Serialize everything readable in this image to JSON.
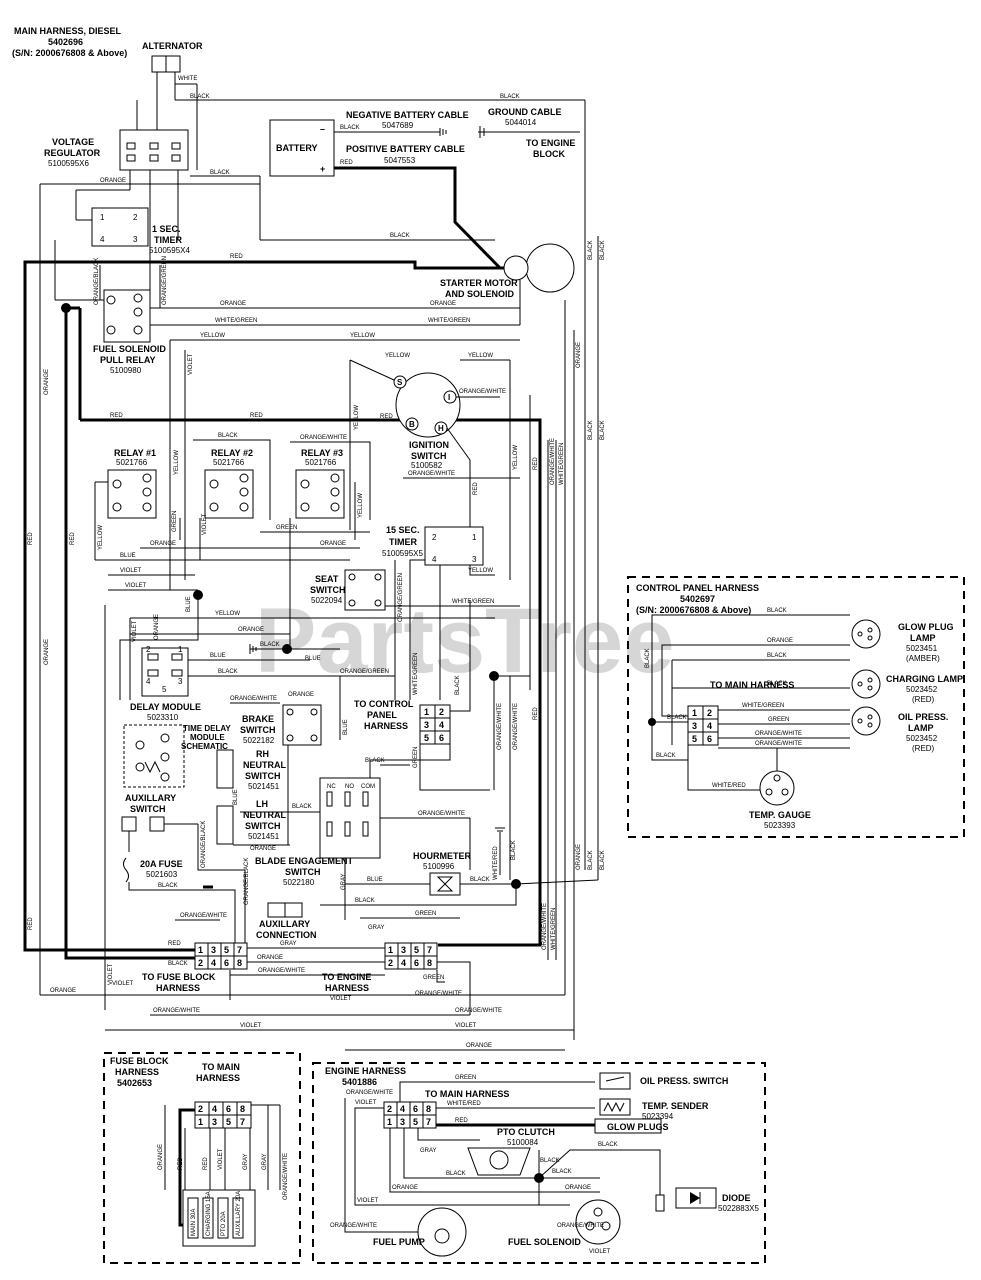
{
  "header": {
    "title": "MAIN HARNESS, DIESEL",
    "part": "5402696",
    "serial": "(S/N: 2000676808 & Above)"
  },
  "watermark": "PartsTree",
  "components": {
    "alternator": "ALTERNATOR",
    "voltage_regulator": {
      "name": "VOLTAGE REGULATOR",
      "line1": "VOLTAGE",
      "line2": "REGULATOR",
      "part": "5100595X6"
    },
    "battery": "BATTERY",
    "neg_cable": {
      "name": "NEGATIVE BATTERY CABLE",
      "part": "5047689"
    },
    "pos_cable": {
      "name": "POSITIVE BATTERY CABLE",
      "part": "5047553"
    },
    "ground_cable": {
      "name": "GROUND CABLE",
      "part": "5044014"
    },
    "to_engine_block": {
      "line1": "TO ENGINE",
      "line2": "BLOCK"
    },
    "timer_1": {
      "line1": "1 SEC.",
      "line2": "TIMER",
      "part": "5100595X4"
    },
    "starter": {
      "line1": "STARTER MOTOR",
      "line2": "AND SOLENOID"
    },
    "fuel_relay": {
      "line1": "FUEL SOLENOID",
      "line2": "PULL RELAY",
      "part": "5100980"
    },
    "ignition": {
      "line1": "IGNITION",
      "line2": "SWITCH",
      "part": "5100582"
    },
    "relay1": {
      "name": "RELAY #1",
      "part": "5021766"
    },
    "relay2": {
      "name": "RELAY #2",
      "part": "5021766"
    },
    "relay3": {
      "name": "RELAY #3",
      "part": "5021766"
    },
    "timer_15": {
      "line1": "15 SEC.",
      "line2": "TIMER",
      "part": "5100595X5"
    },
    "seat": {
      "line1": "SEAT",
      "line2": "SWITCH",
      "part": "5022094"
    },
    "delay": {
      "name": "DELAY MODULE",
      "part": "5023310"
    },
    "tdm": {
      "line1": "TIME DELAY",
      "line2": "MODULE",
      "line3": "SCHEMATIC"
    },
    "to_cp": {
      "line1": "TO CONTROL",
      "line2": "PANEL",
      "line3": "HARNESS"
    },
    "brake": {
      "line1": "BRAKE",
      "line2": "SWITCH",
      "part": "5022182"
    },
    "rh": {
      "line1": "RH",
      "line2": "NEUTRAL",
      "line3": "SWITCH",
      "part": "5021451"
    },
    "lh": {
      "line1": "LH",
      "line2": "NEUTRAL",
      "line3": "SWITCH",
      "part": "5021451"
    },
    "aux_switch": {
      "line1": "AUXILLARY",
      "line2": "SWITCH"
    },
    "fuse20": {
      "name": "20A FUSE",
      "part": "5021603"
    },
    "blade": {
      "line1": "BLADE ENGAGEMENT",
      "line2": "SWITCH",
      "part": "5022180"
    },
    "hourmeter": {
      "name": "HOURMETER",
      "part": "5100996"
    },
    "aux_conn": {
      "line1": "AUXILLARY",
      "line2": "CONNECTION"
    },
    "to_fuse_block": {
      "line1": "TO FUSE BLOCK",
      "line2": "HARNESS"
    },
    "to_engine_harness": {
      "line1": "TO ENGINE",
      "line2": "HARNESS"
    }
  },
  "control_panel": {
    "title": "CONTROL PANEL HARNESS",
    "part": "5402697",
    "serial": "(S/N: 2000676808 & Above)",
    "to_main": "TO MAIN HARNESS",
    "glow": {
      "line1": "GLOW PLUG",
      "line2": "LAMP",
      "part": "5023451",
      "color": "(AMBER)"
    },
    "charging": {
      "name": "CHARGING LAMP",
      "part": "5023452",
      "color": "(RED)"
    },
    "oil": {
      "line1": "OIL PRESS.",
      "line2": "LAMP",
      "part": "5023452",
      "color": "(RED)"
    },
    "temp": {
      "name": "TEMP. GAUGE",
      "part": "5023393"
    }
  },
  "fuse_block": {
    "line1": "FUSE BLOCK",
    "line2": "HARNESS",
    "part": "5402653",
    "to_main1": "TO MAIN",
    "to_main2": "HARNESS"
  },
  "engine_harness": {
    "title": "ENGINE HARNESS",
    "part": "5401886",
    "to_main": "TO MAIN HARNESS",
    "oil_switch": "OIL PRESS. SWITCH",
    "temp_sender": {
      "name": "TEMP. SENDER",
      "part": "5023394"
    },
    "glow_plugs": "GLOW PLUGS",
    "pto": {
      "name": "PTO CLUTCH",
      "part": "5100084"
    },
    "diode": {
      "name": "DIODE",
      "part": "5022883X5"
    },
    "fuel_pump": "FUEL PUMP",
    "fuel_solenoid": "FUEL SOLENOID"
  },
  "wire_labels": {
    "black": "BLACK",
    "red": "RED",
    "orange": "ORANGE",
    "white": "WHITE",
    "white_green": "WHITE/GREEN",
    "yellow": "YELLOW",
    "violet": "VIOLET",
    "blue": "BLUE",
    "green": "GREEN",
    "gray": "GRAY",
    "orange_white": "ORANGE/WHITE",
    "orange_green": "ORANGE/GREEN",
    "orange_black": "ORANGE/BLACK",
    "white_red": "WHITE/RED"
  },
  "connectors": {
    "fuse_top": [
      "1",
      "3",
      "5",
      "7"
    ],
    "fuse_bot": [
      "2",
      "4",
      "6",
      "8"
    ],
    "engine_top": [
      "1",
      "3",
      "5",
      "7"
    ],
    "engine_bot": [
      "2",
      "4",
      "6",
      "8"
    ],
    "cp_main": [
      "1",
      "2",
      "3",
      "4",
      "5",
      "6"
    ],
    "fb_top": [
      "2",
      "4",
      "6",
      "8"
    ],
    "fb_bot": [
      "1",
      "3",
      "5",
      "7"
    ],
    "eh_top": [
      "2",
      "4",
      "6",
      "8"
    ],
    "eh_bot": [
      "1",
      "3",
      "5",
      "7"
    ]
  },
  "ignition_terminals": [
    "S",
    "I",
    "B",
    "H"
  ],
  "fuse_labels": [
    "MAIN 30A",
    "CHARGING 15A",
    "PTO 20A",
    "AUXILLARY 20A"
  ]
}
